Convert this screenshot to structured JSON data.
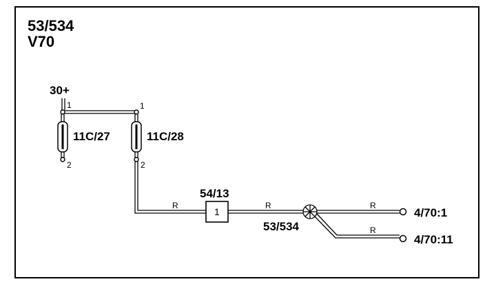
{
  "diagram": {
    "title_line1": "53/534",
    "title_line2": "V70",
    "supply_label": "30+",
    "fuse_left": {
      "label": "11C/27",
      "pin_top": "1",
      "pin_bottom": "2"
    },
    "fuse_right": {
      "label": "11C/28",
      "pin_top": "1",
      "pin_bottom": "2"
    },
    "connector_box": {
      "label": "54/13",
      "value": "1"
    },
    "splice_label": "53/534",
    "wire_color": "R",
    "endpoints": [
      "4/70:1",
      "4/70:11"
    ]
  }
}
